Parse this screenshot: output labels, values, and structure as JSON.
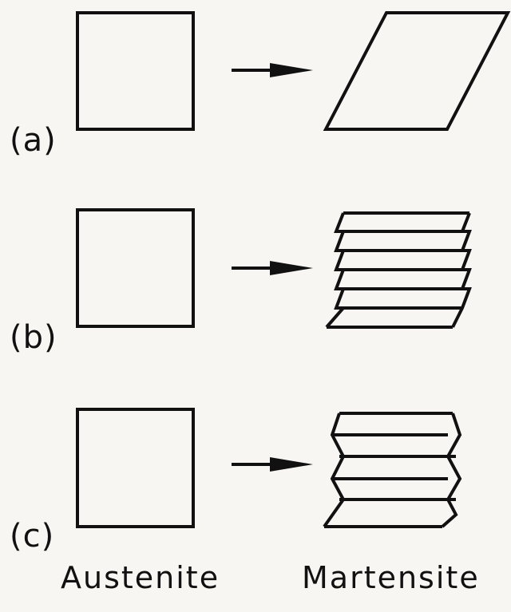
{
  "rows": [
    {
      "label": "(a)"
    },
    {
      "label": "(b)"
    },
    {
      "label": "(c)"
    }
  ],
  "columns": {
    "left": "Austenite",
    "right": "Martensite"
  },
  "colors": {
    "ink": "#111111",
    "background": "#f7f6f3"
  }
}
